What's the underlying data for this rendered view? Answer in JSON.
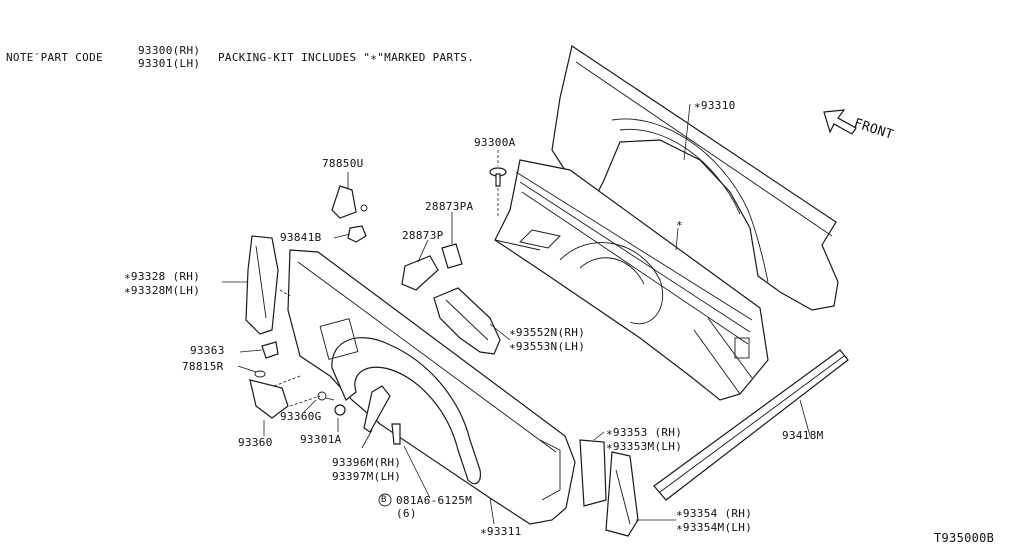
{
  "note": {
    "prefix": "NOTE′PART CODE",
    "code_rh": "93300(RH)",
    "code_lh": "93301(LH)",
    "suffix": "PACKING-KIT INCLUDES \"∗\"MARKED PARTS."
  },
  "front_label": "FRONT",
  "diagram_code": "T935000B",
  "callouts": {
    "p93310": "∗93310",
    "p93300A": "93300A",
    "p78850U": "78850U",
    "p28873PA": "28873PA",
    "star": "∗",
    "p93841B": "93841B",
    "p28873P": "28873P",
    "p93328": "∗93328 (RH)",
    "p93328M": "∗93328M(LH)",
    "p93552N": "∗93552N(RH)",
    "p93553N": "∗93553N(LH)",
    "p93363": "93363",
    "p78815R": "78815R",
    "p93360G": "93360G",
    "p93360": "93360",
    "p93301A": "93301A",
    "p93353": "∗93353 (RH)",
    "p93353M": "∗93353M(LH)",
    "p93418M": "93418M",
    "p93396M": "93396M(RH)",
    "p93397M": "93397M(LH)",
    "bolt_code": "081A6-6125M",
    "bolt_symbol": "B",
    "bolt_qty": "(6)",
    "p93354": "∗93354 (RH)",
    "p93354M": "∗93354M(LH)",
    "p93311": "∗93311"
  }
}
